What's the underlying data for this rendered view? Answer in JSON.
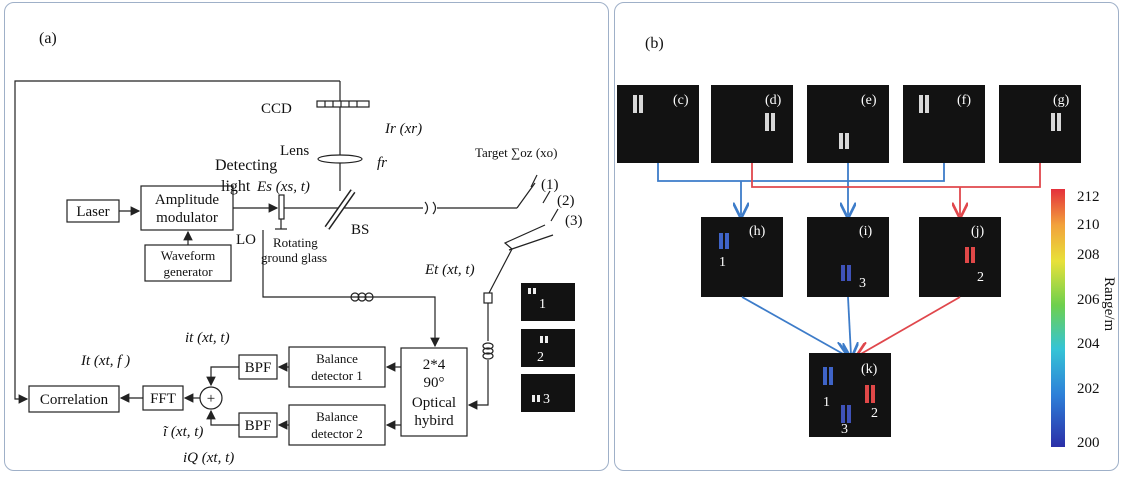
{
  "panel_a": {
    "label": "(a)",
    "laser": "Laser",
    "amp_line1": "Amplitude",
    "amp_line2": "modulator",
    "wave_line1": "Waveform",
    "wave_line2": "generator",
    "lo": "LO",
    "detecting_line1": "Detecting",
    "detecting_line2": "light",
    "es": "Es (xs, t)",
    "rotating_line1": "Rotating",
    "rotating_line2": "ground glass",
    "ccd": "CCD",
    "lens": "Lens",
    "fr": "fr",
    "ir": "Ir (xr)",
    "bs": "BS",
    "target": "Target ∑oz (xo)",
    "t1": "(1)",
    "t2": "(2)",
    "t3": "(3)",
    "et": "Et (xt, t)",
    "hybrid_line1": "2*4",
    "hybrid_line2": "90°",
    "hybrid_line3": "Optical",
    "hybrid_line4": "hybird",
    "bd1_line1": "Balance",
    "bd1_line2": "detector 1",
    "bd2_line1": "Balance",
    "bd2_line2": "detector 2",
    "bpf": "BPF",
    "fft": "FFT",
    "correlation": "Correlation",
    "plus": "+",
    "it": "it (xt, t)",
    "It": "It (xt, f )",
    "itilde": "ĩ (xt, t)",
    "iq": "iQ (xt, t)",
    "thumb1": "1",
    "thumb2": "2",
    "thumb3": "3"
  },
  "panel_b": {
    "label": "(b)",
    "tiles": [
      "(c)",
      "(d)",
      "(e)",
      "(f)",
      "(g)",
      "(h)",
      "(i)",
      "(j)",
      "(k)"
    ],
    "h_num": "1",
    "i_num": "3",
    "j_num": "2",
    "k_nums": [
      "1",
      "2",
      "3"
    ],
    "colorbar_ticks": [
      "212",
      "210",
      "208",
      "206",
      "204",
      "202",
      "200"
    ],
    "colorbar_label": "Range/m",
    "colors": {
      "blue_arrow": "#3d7cc9",
      "red_arrow": "#e0474c"
    }
  }
}
